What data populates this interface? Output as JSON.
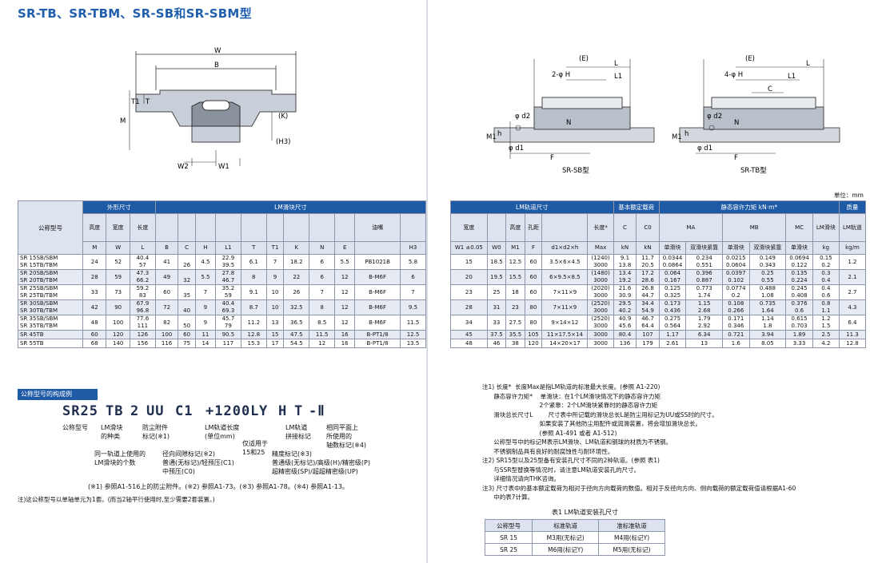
{
  "page_title": "SR-TB、SR-TBM、SR-SB和SR-SBM型",
  "diagrams": {
    "front_labels": [
      "W",
      "B",
      "T1",
      "T",
      "M",
      "(K)",
      "(H3)",
      "W2",
      "W1"
    ],
    "sb_labels": [
      "(E)",
      "L",
      "L1",
      "2-φ H",
      "φ d2",
      "N",
      "M1",
      "h",
      "φ d1",
      "F"
    ],
    "sb_caption": "SR-SB型",
    "tb_labels": [
      "(E)",
      "L",
      "L1",
      "C",
      "4-φ H",
      "φ d2",
      "N",
      "M1",
      "h",
      "φ d1",
      "F"
    ],
    "tb_caption": "SR-TB型"
  },
  "unit_note": "单位：mm",
  "left_table": {
    "h1": {
      "model": "公称型号",
      "outer": "外形尺寸",
      "block": "LM滑块尺寸"
    },
    "h2": [
      "高度",
      "宽度",
      "长度",
      "",
      "",
      "",
      "",
      "",
      "",
      "",
      "",
      "",
      "油嘴",
      ""
    ],
    "h3": [
      "M",
      "W",
      "L",
      "B",
      "C",
      "H",
      "L1",
      "T",
      "T1",
      "K",
      "N",
      "E",
      "",
      "H3"
    ],
    "rows": [
      {
        "model": [
          "SR 15SB/SBM",
          "SR 15TB/TBM"
        ],
        "M": "24",
        "W": "52",
        "L": [
          "40.4",
          "57"
        ],
        "B": "41",
        "C": [
          "",
          "26"
        ],
        "H": "4.5",
        "L1": [
          "22.9",
          "39.5"
        ],
        "T": "6.1",
        "T1": "7",
        "K": "18.2",
        "N": "6",
        "E": "5.5",
        "grease": "PB1021B",
        "H3": "5.8"
      },
      {
        "model": [
          "SR 20SB/SBM",
          "SR 20TB/TBM"
        ],
        "M": "28",
        "W": "59",
        "L": [
          "47.3",
          "66.2"
        ],
        "B": "49",
        "C": [
          "",
          "32"
        ],
        "H": "5.5",
        "L1": [
          "27.8",
          "46.7"
        ],
        "T": "8",
        "T1": "9",
        "K": "22",
        "N": "6",
        "E": "12",
        "grease": "B-M6F",
        "H3": "6"
      },
      {
        "model": [
          "SR 25SB/SBM",
          "SR 25TB/TBM"
        ],
        "M": "33",
        "W": "73",
        "L": [
          "59.2",
          "83"
        ],
        "B": "60",
        "C": [
          "",
          "35"
        ],
        "H": "7",
        "L1": [
          "35.2",
          "59"
        ],
        "T": "9.1",
        "T1": "10",
        "K": "26",
        "N": "7",
        "E": "12",
        "grease": "B-M6F",
        "H3": "7"
      },
      {
        "model": [
          "SR 30SB/SBM",
          "SR 30TB/TBM"
        ],
        "M": "42",
        "W": "90",
        "L": [
          "67.9",
          "96.8"
        ],
        "B": "72",
        "C": [
          "",
          "40"
        ],
        "H": "9",
        "L1": [
          "40.4",
          "69.3"
        ],
        "T": "8.7",
        "T1": "10",
        "K": "32.5",
        "N": "8",
        "E": "12",
        "grease": "B-M6F",
        "H3": "9.5"
      },
      {
        "model": [
          "SR 35SB/SBM",
          "SR 35TB/TBM"
        ],
        "M": "48",
        "W": "100",
        "L": [
          "77.6",
          "111"
        ],
        "B": "82",
        "C": [
          "",
          "50"
        ],
        "H": "9",
        "L1": [
          "45.7",
          "79"
        ],
        "T": "11.2",
        "T1": "13",
        "K": "36.5",
        "N": "8.5",
        "E": "12",
        "grease": "B-M6F",
        "H3": "11.5"
      },
      {
        "model": [
          "SR 45TB"
        ],
        "M": "60",
        "W": "120",
        "L": [
          "126"
        ],
        "B": "100",
        "C": [
          "60"
        ],
        "H": "11",
        "L1": [
          "90.5"
        ],
        "T": "12.8",
        "T1": "15",
        "K": "47.5",
        "N": "11.5",
        "E": "16",
        "grease": "B-PT1/8",
        "H3": "12.5"
      },
      {
        "model": [
          "SR 55TB"
        ],
        "M": "68",
        "W": "140",
        "L": [
          "156"
        ],
        "B": "116",
        "C": [
          "75"
        ],
        "H": "14",
        "L1": [
          "117"
        ],
        "T": "15.3",
        "T1": "17",
        "K": "54.5",
        "N": "12",
        "E": "16",
        "grease": "B-PT1/8",
        "H3": "13.5"
      }
    ]
  },
  "right_table": {
    "h1": {
      "rail": "LM轨道尺寸",
      "basic": "基本额定载荷",
      "static": "静态容许力矩 kN·m*",
      "mass": "质量"
    },
    "h2": [
      "宽度",
      "",
      "高度",
      "孔距",
      "",
      "长度*",
      "C",
      "C0",
      "",
      "",
      "",
      "",
      "",
      "",
      "LM滑块",
      "LM轨道"
    ],
    "moments": {
      "MA": "MA",
      "MB": "MB",
      "MC": "MC",
      "single": "单滑块",
      "double": "双滑块紧靠"
    },
    "h3": [
      "W1 ±0.05",
      "W0",
      "M1",
      "F",
      "d1×d2×h",
      "Max",
      "kN",
      "kN",
      "",
      "",
      "",
      "",
      "",
      "",
      "kg",
      "kg/m"
    ],
    "rows": [
      {
        "W1": "15",
        "W0": "18.5",
        "M1": "12.5",
        "F": "60",
        "d": "3.5×6×4.5",
        "Lmax": [
          "(1240)",
          "3000"
        ],
        "C": [
          "9.1",
          "13.8"
        ],
        "C0": [
          "11.7",
          "20.5"
        ],
        "MA1": [
          "0.0344",
          "0.0864"
        ],
        "MA2": [
          "0.234",
          "0.551"
        ],
        "MB1": [
          "0.0215",
          "0.0604"
        ],
        "MB2": [
          "0.149",
          "0.343"
        ],
        "MC1": [
          "0.0694",
          "0.122"
        ],
        "kg": [
          "0.15",
          "0.2"
        ],
        "kgm": "1.2"
      },
      {
        "W1": "20",
        "W0": "19.5",
        "M1": "15.5",
        "F": "60",
        "d": "6×9.5×8.5",
        "Lmax": [
          "(1480)",
          "3000"
        ],
        "C": [
          "13.4",
          "19.2"
        ],
        "C0": [
          "17.2",
          "28.6"
        ],
        "MA1": [
          "0.064",
          "0.167"
        ],
        "MA2": [
          "0.396",
          "0.887"
        ],
        "MB1": [
          "0.0397",
          "0.102"
        ],
        "MB2": [
          "0.25",
          "0.55"
        ],
        "MC1": [
          "0.135",
          "0.224"
        ],
        "kg": [
          "0.3",
          "0.4"
        ],
        "kgm": "2.1"
      },
      {
        "W1": "23",
        "W0": "25",
        "M1": "18",
        "F": "60",
        "d": "7×11×9",
        "Lmax": [
          "(2020)",
          "3000"
        ],
        "C": [
          "21.6",
          "30.9"
        ],
        "C0": [
          "26.8",
          "44.7"
        ],
        "MA1": [
          "0.125",
          "0.325"
        ],
        "MA2": [
          "0.773",
          "1.74"
        ],
        "MB1": [
          "0.0774",
          "0.2"
        ],
        "MB2": [
          "0.488",
          "1.08"
        ],
        "MC1": [
          "0.245",
          "0.408"
        ],
        "kg": [
          "0.4",
          "0.6"
        ],
        "kgm": "2.7"
      },
      {
        "W1": "28",
        "W0": "31",
        "M1": "23",
        "F": "80",
        "d": "7×11×9",
        "Lmax": [
          "(2520)",
          "3000"
        ],
        "C": [
          "29.5",
          "40.2"
        ],
        "C0": [
          "34.4",
          "54.9"
        ],
        "MA1": [
          "0.173",
          "0.436"
        ],
        "MA2": [
          "1.15",
          "2.68"
        ],
        "MB1": [
          "0.108",
          "0.266"
        ],
        "MB2": [
          "0.735",
          "1.64"
        ],
        "MC1": [
          "0.376",
          "0.6"
        ],
        "kg": [
          "0.8",
          "1.1"
        ],
        "kgm": "4.3"
      },
      {
        "W1": "34",
        "W0": "33",
        "M1": "27.5",
        "F": "80",
        "d": "9×14×12",
        "Lmax": [
          "(2520)",
          "3000"
        ],
        "C": [
          "40.9",
          "45.6"
        ],
        "C0": [
          "46.7",
          "64.4"
        ],
        "MA1": [
          "0.275",
          "0.564"
        ],
        "MA2": [
          "1.79",
          "2.92"
        ],
        "MB1": [
          "0.171",
          "0.346"
        ],
        "MB2": [
          "1.14",
          "1.8"
        ],
        "MC1": [
          "0.615",
          "0.703"
        ],
        "kg": [
          "1.2",
          "1.5"
        ],
        "kgm": "6.4"
      },
      {
        "W1": "45",
        "W0": "37.5",
        "M1": "35.5",
        "F": "105",
        "d": "11×17.5×14",
        "Lmax": [
          "3000"
        ],
        "C": [
          "80.4"
        ],
        "C0": [
          "107"
        ],
        "MA1": [
          "1.17"
        ],
        "MA2": [
          "6.34"
        ],
        "MB1": [
          "0.721"
        ],
        "MB2": [
          "3.94"
        ],
        "MC1": [
          "1.89"
        ],
        "kg": [
          "2.5"
        ],
        "kgm": "11.3"
      },
      {
        "W1": "48",
        "W0": "46",
        "M1": "38",
        "F": "120",
        "d": "14×20×17",
        "Lmax": [
          "3000"
        ],
        "C": [
          "136"
        ],
        "C0": [
          "179"
        ],
        "MA1": [
          "2.61"
        ],
        "MA2": [
          "13"
        ],
        "MB1": [
          "1.6"
        ],
        "MB2": [
          "8.05"
        ],
        "MC1": [
          "3.33"
        ],
        "kg": [
          "4.2"
        ],
        "kgm": "12.8"
      }
    ]
  },
  "config": {
    "title": "公称型号的构成例",
    "code": [
      "SR25",
      "TB",
      "2",
      "UU",
      "C1",
      "+1200L",
      "Y",
      "H",
      "T",
      "-Ⅱ"
    ],
    "ann": {
      "model": "公称型号",
      "block_type": "LM滑块\n的种类",
      "seal": "防尘附件\n标记(※1)",
      "rail_len": "LM轨道长度\n(单位mm)",
      "joint": "LM轨道\n拼接标记",
      "axes": "相同平面上\n所使用的\n轴数标记(※4)",
      "count": "同一轨道上使用的\nLM滑块的个数",
      "clearance": "径向间隙标记(※2)\n普通(无标记)/轻预压(C1)\n中预压(C0)",
      "y": "仅适用于\n15和25",
      "acc": "精度标记(※3)\n普通级(无标记)/高级(H)/精密级(P)\n超精密级(SP)/超超精密级(UP)"
    },
    "refs": "(※1) 参照A1-516上的防尘附件。(※2) 参照A1-73。(※3) 参照A1-78。(※4) 参照A1-13。",
    "note": "注)这公称型号以单轴单元为1套。(而当2轴平行使用时,至少需要2套装置。)"
  },
  "notes": [
    "注1) 长度*  长度Max是指LM轨道的标准最大长度。(参照 A1-220)",
    "      静态容许力矩*    单滑块：在1个LM滑块情况下的静态容许力矩",
    "                              2个紧靠：2个LM滑块紧靠时的静态容许力矩",
    "      滑块总长尺寸L        尺寸表中所记载的滑块总长L是防尘用标记为UU或SS时的尺寸。",
    "                              如果安装了其他防尘用配件或润滑装置，将会增加滑块总长。",
    "                              (参照 A1-491 或者 A1-512)",
    "      公称型号中的标记M表示LM滑块、LM轨道和钢球的材质为不锈钢。",
    "      不锈钢制品具有良好的耐腐蚀性与耐环境性。",
    "注2) SR15型以及25型备有安装孔尺寸不同的2种轨道。(参照 表1)",
    "      与SSR型替换等情况时，请注意LM轨道安装孔的尺寸。",
    "      详细情况请向THK咨询。",
    "注3) 尺寸表中的基本额定载荷为相对于径向方向载荷的数值。相对于反径向方向、侧向载荷的额定载荷值请根据A1-60",
    "      中的表7计算。"
  ],
  "table1": {
    "caption": "表1  LM轨道安装孔尺寸",
    "headers": [
      "公称型号",
      "标准轨道",
      "准标准轨道"
    ],
    "rows": [
      [
        "SR 15",
        "M3用(无标记)",
        "M4用(标记Y)"
      ],
      [
        "SR 25",
        "M6用(标记Y)",
        "M5用(无标记)"
      ]
    ]
  }
}
